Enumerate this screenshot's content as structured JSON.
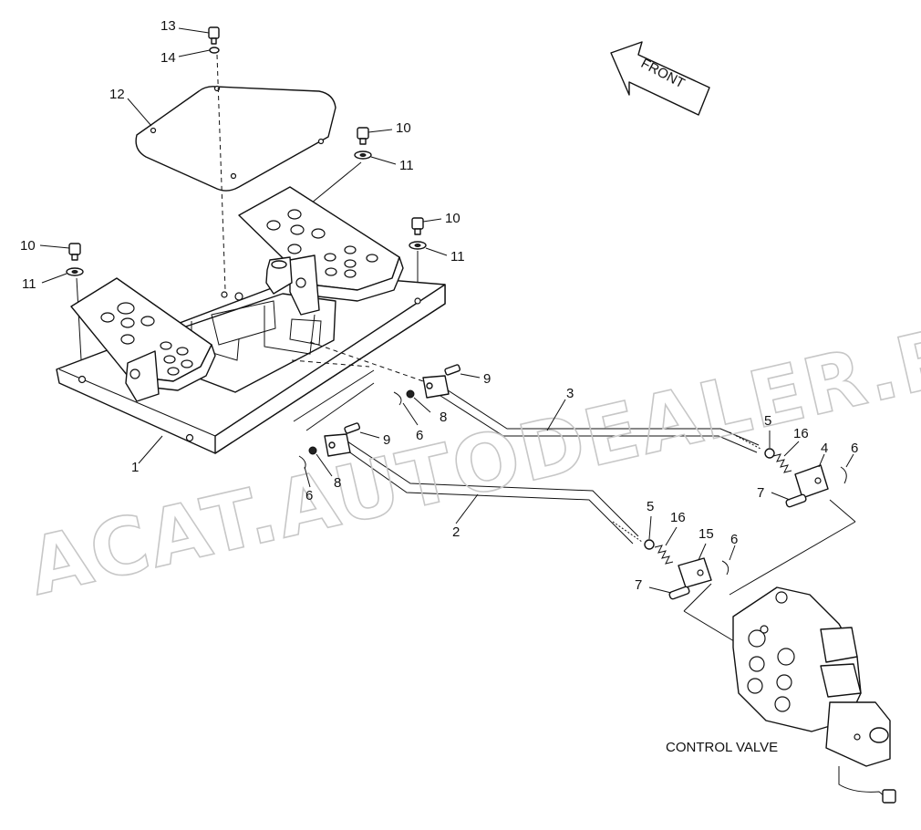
{
  "watermark": "ACAT.AUTODEALER.RU",
  "front_label": "FRONT",
  "caption": "CONTROL VALVE",
  "callouts": {
    "c1": "1",
    "c2": "2",
    "c3": "3",
    "c4": "4",
    "c5a": "5",
    "c5b": "5",
    "c6a": "6",
    "c6b": "6",
    "c6c": "6",
    "c6d": "6",
    "c7a": "7",
    "c7b": "7",
    "c8a": "8",
    "c8b": "8",
    "c9a": "9",
    "c9b": "9",
    "c10a": "10",
    "c10b": "10",
    "c10c": "10",
    "c11a": "11",
    "c11b": "11",
    "c11c": "11",
    "c12": "12",
    "c13": "13",
    "c14": "14",
    "c15": "15",
    "c16a": "16",
    "c16b": "16"
  }
}
